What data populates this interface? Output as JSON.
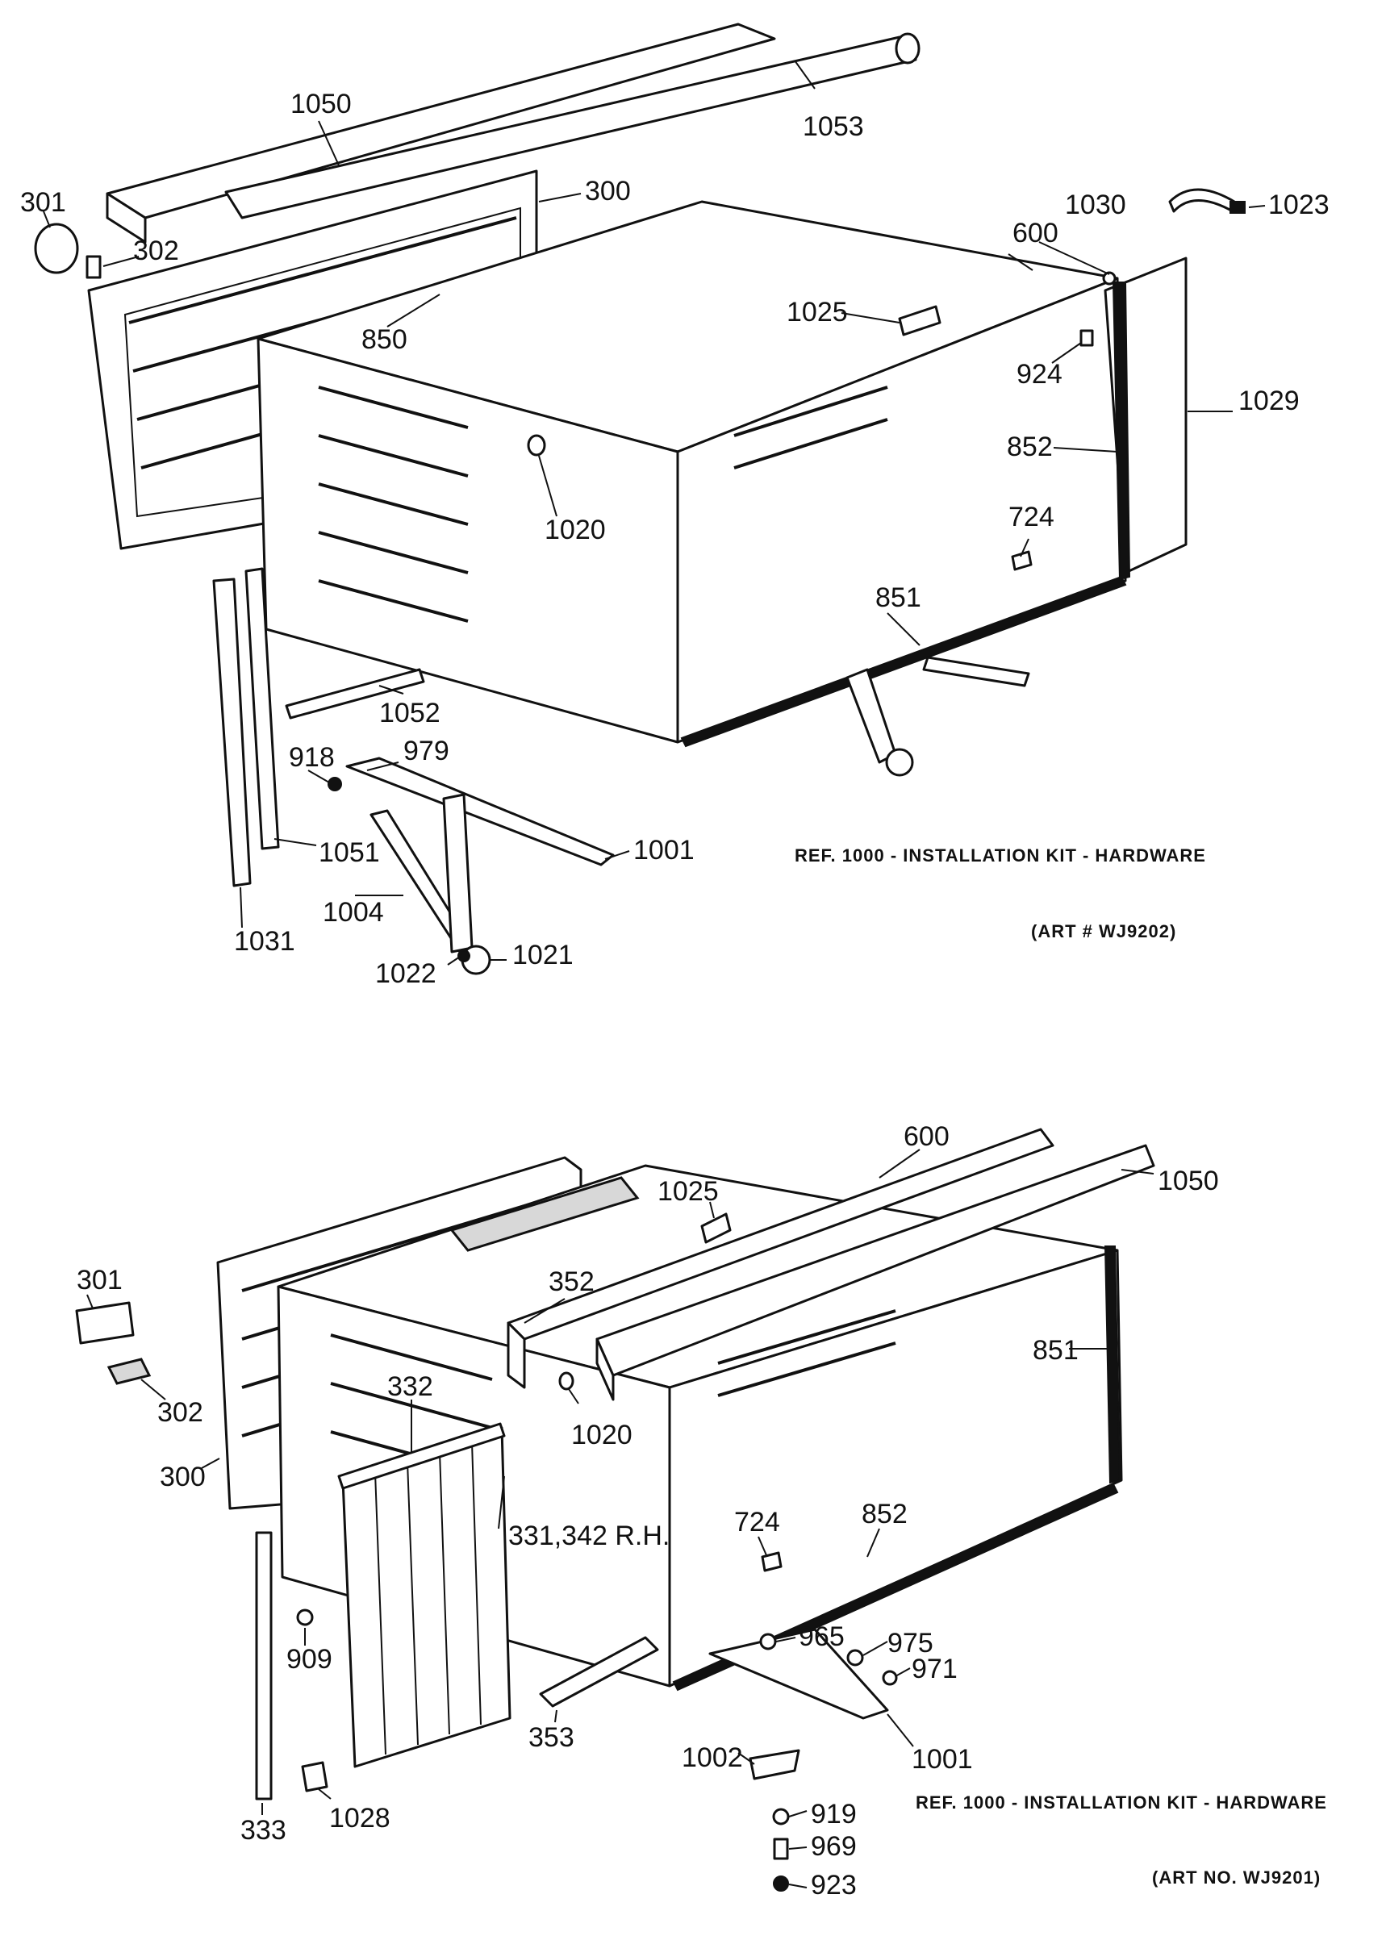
{
  "top": {
    "caption": "REF. 1000 - INSTALLATION KIT - HARDWARE",
    "art": "(ART # WJ9202)",
    "labels": [
      "1050",
      "1053",
      "301",
      "302",
      "300",
      "850",
      "1030",
      "1023",
      "600",
      "1025",
      "924",
      "1029",
      "852",
      "1020",
      "724",
      "851",
      "1052",
      "918",
      "979",
      "1051",
      "1001",
      "1031",
      "1004",
      "1022",
      "1021"
    ]
  },
  "bottom": {
    "caption": "REF. 1000 - INSTALLATION KIT - HARDWARE",
    "art": "(ART NO. WJ9201)",
    "labels": [
      "600",
      "1050",
      "1025",
      "301",
      "352",
      "851",
      "302",
      "1020",
      "332",
      "300",
      "331,342 R.H.",
      "724",
      "852",
      "909",
      "965",
      "975",
      "971",
      "353",
      "1002",
      "1001",
      "919",
      "333",
      "1028",
      "969",
      "923"
    ]
  }
}
